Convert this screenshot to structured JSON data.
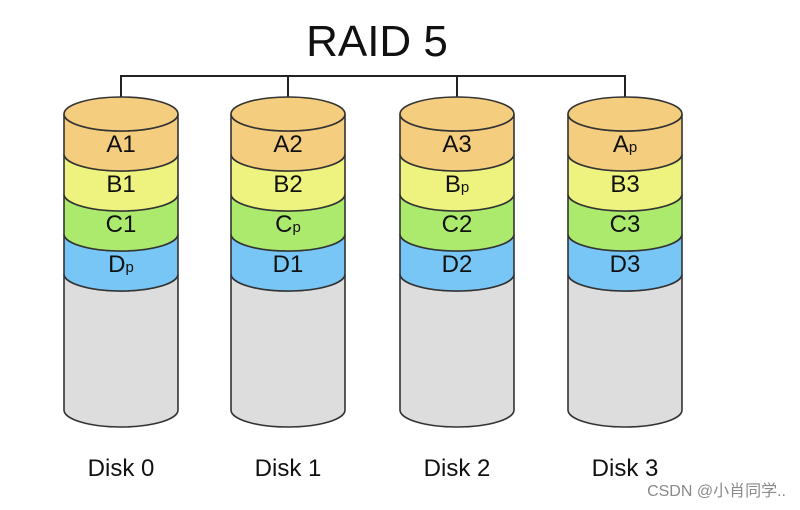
{
  "title": "RAID 5",
  "colors": {
    "A": "#f4cd7f",
    "B": "#eef27f",
    "C": "#abea6c",
    "D": "#78c6f5",
    "base": "#dddddd",
    "stroke": "#333333"
  },
  "disks": [
    {
      "label": "Disk 0",
      "blocks": [
        {
          "row": "A",
          "main": "A",
          "sub": "1"
        },
        {
          "row": "B",
          "main": "B",
          "sub": "1"
        },
        {
          "row": "C",
          "main": "C",
          "sub": "1"
        },
        {
          "row": "D",
          "main": "D",
          "sub": "p"
        }
      ]
    },
    {
      "label": "Disk 1",
      "blocks": [
        {
          "row": "A",
          "main": "A",
          "sub": "2"
        },
        {
          "row": "B",
          "main": "B",
          "sub": "2"
        },
        {
          "row": "C",
          "main": "C",
          "sub": "p"
        },
        {
          "row": "D",
          "main": "D",
          "sub": "1"
        }
      ]
    },
    {
      "label": "Disk 2",
      "blocks": [
        {
          "row": "A",
          "main": "A",
          "sub": "3"
        },
        {
          "row": "B",
          "main": "B",
          "sub": "p"
        },
        {
          "row": "C",
          "main": "C",
          "sub": "2"
        },
        {
          "row": "D",
          "main": "D",
          "sub": "2"
        }
      ]
    },
    {
      "label": "Disk 3",
      "blocks": [
        {
          "row": "A",
          "main": "A",
          "sub": "p"
        },
        {
          "row": "B",
          "main": "B",
          "sub": "3"
        },
        {
          "row": "C",
          "main": "C",
          "sub": "3"
        },
        {
          "row": "D",
          "main": "D",
          "sub": "3"
        }
      ]
    }
  ],
  "watermark": "CSDN @小肖同学.."
}
